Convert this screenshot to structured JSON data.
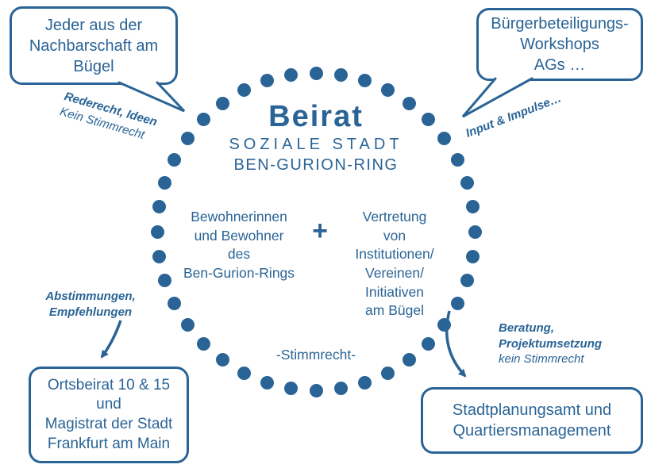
{
  "colors": {
    "primary": "#2a6496"
  },
  "circle": {
    "title": "Beirat",
    "subtitle_line1": "SOZIALE STADT",
    "subtitle_line2": "BEN-GURION-RING",
    "member_group_left": "Bewohnerinnen\nund Bewohner\ndes\nBen-Gurion-Rings",
    "plus_sign": "+",
    "member_group_right": "Vertretung\nvon\nInstitutionen/\nVereinen/\nInitiativen\nam Bügel",
    "voting_note": "-Stimmrecht-"
  },
  "top_left": {
    "box_text": "Jeder aus der\nNachbarschaft am\nBügel",
    "label_bold": "Rederecht, Ideen",
    "label_regular": "Kein Stimmrecht"
  },
  "top_right": {
    "box_text": "Bürgerbeteiligungs-\nWorkshops\nAGs …",
    "label_bold": "Input &amp; Impulse…"
  },
  "bottom_left": {
    "label_bold": "Abstimmungen,\nEmpfehlungen",
    "box_text": "Ortsbeirat 10 &amp; 15\nund\nMagistrat der Stadt\nFrankfurt am Main"
  },
  "bottom_right": {
    "label_bold": "Beratung,\nProjektumsetzung",
    "label_regular": "kein Stimmrecht",
    "box_text": "Stadtplanungsamt und\nQuartiersmanagement"
  }
}
